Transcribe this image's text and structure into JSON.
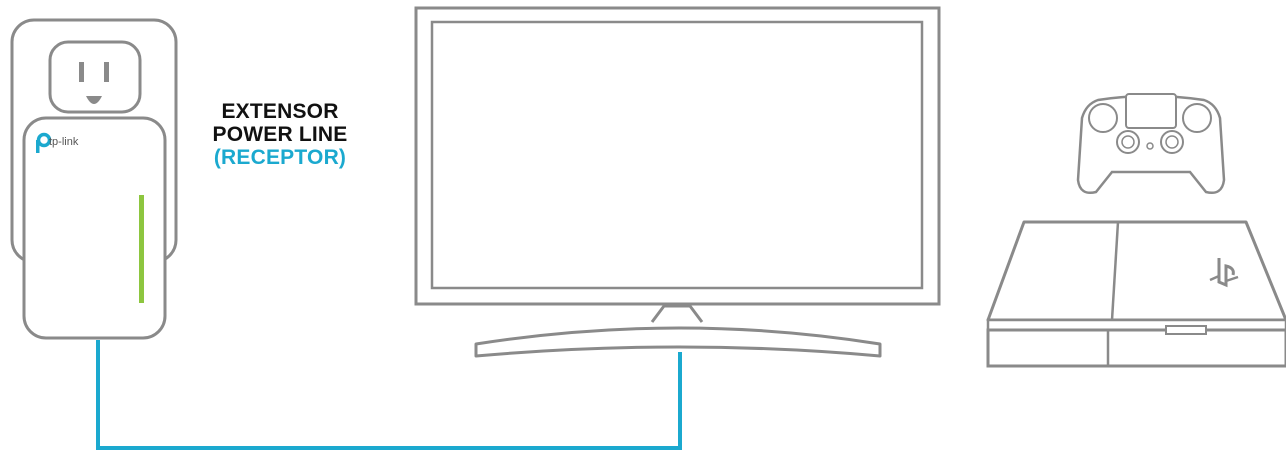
{
  "label": {
    "line1": "EXTENSOR",
    "line2": "POWER LINE",
    "line3": "(RECEPTOR)"
  },
  "adapter": {
    "brand": "tp-link"
  },
  "colors": {
    "outline": "#8a8a8a",
    "cable": "#1ba9cf",
    "led": "#8dc63f",
    "brand": "#1ba9cf",
    "text_dark": "#111111",
    "text_accent": "#1ba9cf"
  },
  "icons": [
    "wall-outlet-icon",
    "powerline-adapter-icon",
    "tv-icon",
    "gamepad-icon",
    "game-console-icon",
    "playstation-logo-icon",
    "ethernet-cable-icon"
  ]
}
